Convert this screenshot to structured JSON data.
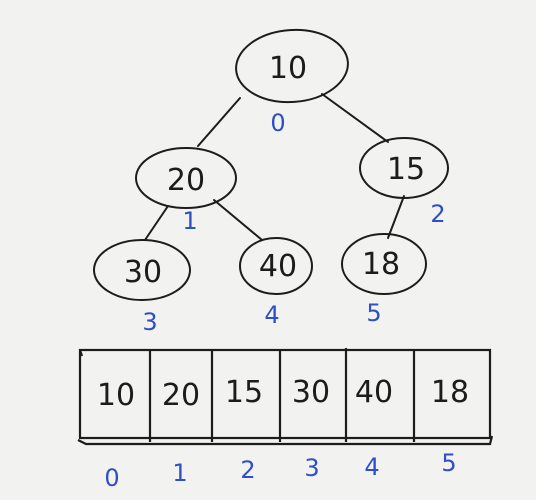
{
  "colors": {
    "background": "#f2f2f0",
    "ink": "#1c1c1c",
    "index_blue": "#2f4fc4"
  },
  "tree": {
    "nodes": [
      {
        "value": "10",
        "index": "0"
      },
      {
        "value": "20",
        "index": "1"
      },
      {
        "value": "15",
        "index": "2"
      },
      {
        "value": "30",
        "index": "3"
      },
      {
        "value": "40",
        "index": "4"
      },
      {
        "value": "18",
        "index": "5"
      }
    ]
  },
  "array": {
    "cells": [
      {
        "value": "10",
        "index": "0"
      },
      {
        "value": "20",
        "index": "1"
      },
      {
        "value": "15",
        "index": "2"
      },
      {
        "value": "30",
        "index": "3"
      },
      {
        "value": "40",
        "index": "4"
      },
      {
        "value": "18",
        "index": "5"
      }
    ]
  }
}
